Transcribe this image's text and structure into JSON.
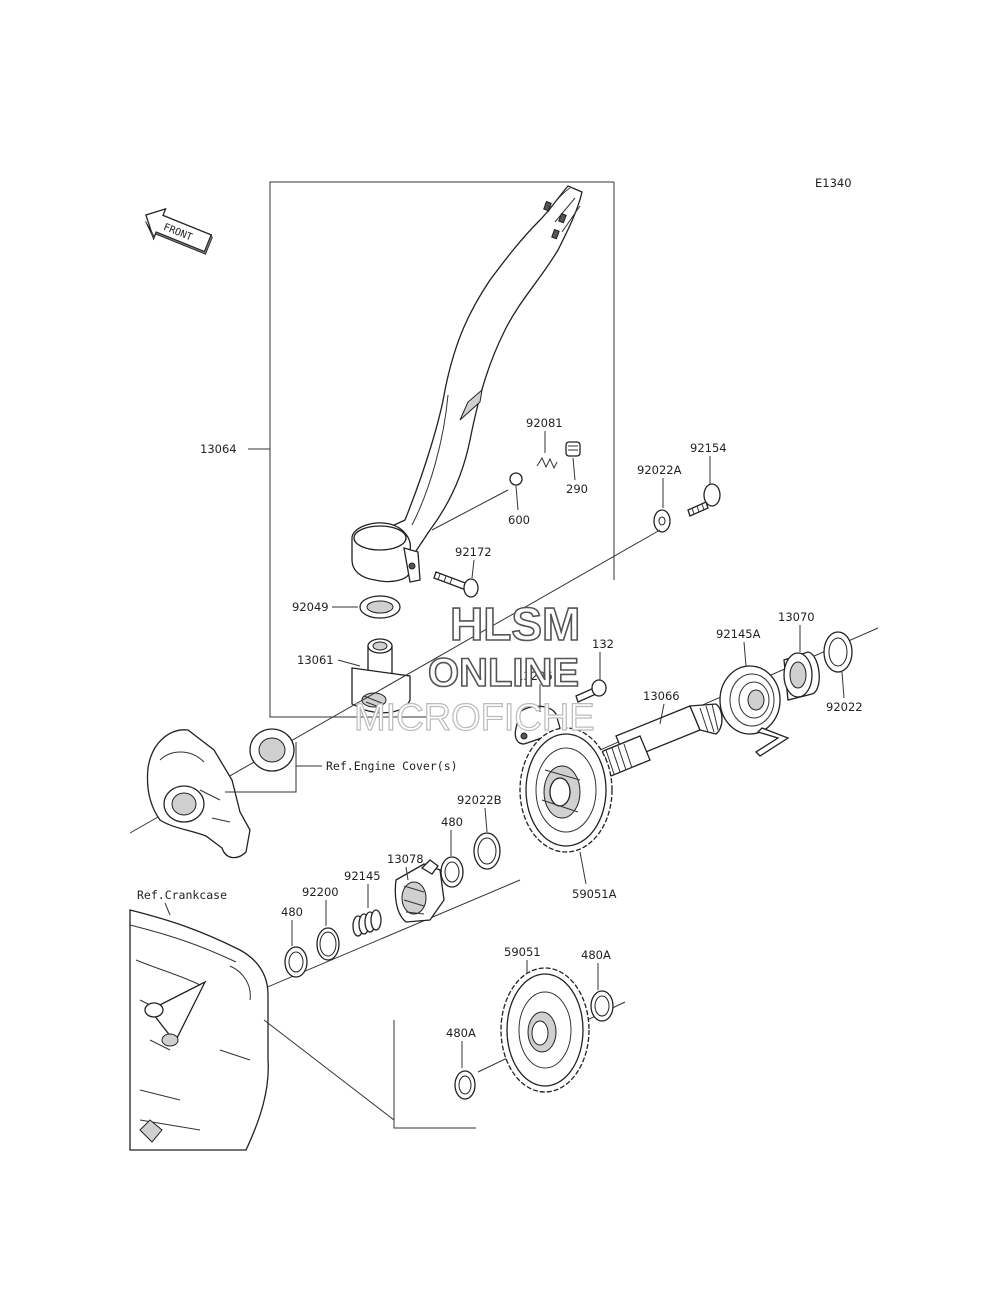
{
  "diagram_code": "E1340",
  "front_label": "FRONT",
  "watermark": {
    "line1": "HLSM",
    "line2": "ONLINE",
    "line3": "MICROFICHE"
  },
  "refs": {
    "engine_cover": "Ref.Engine Cover(s)",
    "crankcase": "Ref.Crankcase"
  },
  "parts": {
    "p13064": "13064",
    "p92081": "92081",
    "p290": "290",
    "p600": "600",
    "p92154": "92154",
    "p92022A": "92022A",
    "p92172": "92172",
    "p92049": "92049",
    "p132": "132",
    "p13061": "13061",
    "p13206": "13206",
    "p13066": "13066",
    "p92145A": "92145A",
    "p13070": "13070",
    "p92022": "92022",
    "p92022B": "92022B",
    "p480_top": "480",
    "p13078": "13078",
    "p59051A": "59051A",
    "p92145": "92145",
    "p92200": "92200",
    "p480_left": "480",
    "p59051": "59051",
    "p480A_right": "480A",
    "p480A_left": "480A"
  }
}
